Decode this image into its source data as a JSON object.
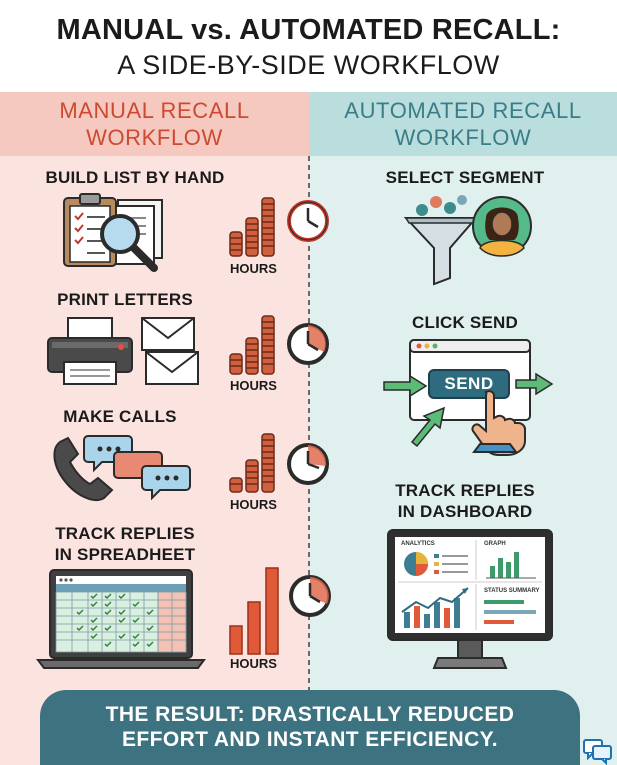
{
  "title": {
    "line1": "MANUAL vs. AUTOMATED RECALL:",
    "line2": "A SIDE-BY-SIDE WORKFLOW"
  },
  "manual": {
    "heading_line1": "MANUAL RECALL",
    "heading_line2": "WORKFLOW",
    "color": "#cc4a30",
    "steps": [
      {
        "label": "BUILD LIST BY HAND",
        "time_label": "HOURS"
      },
      {
        "label": "PRINT LETTERS",
        "time_label": "HOURS"
      },
      {
        "label": "MAKE CALLS",
        "time_label": "HOURS"
      },
      {
        "label_line1": "TRACK REPLIES",
        "label_line2": "IN SPREADHEET",
        "time_label": "HOURS"
      }
    ]
  },
  "automated": {
    "heading_line1": "AUTOMATED RECALL",
    "heading_line2": "WORKFLOW",
    "color": "#3a7d88",
    "steps": [
      {
        "label": "SELECT SEGMENT"
      },
      {
        "label": "CLICK SEND",
        "button_label": "SEND"
      },
      {
        "label_line1": "TRACK REPLIES",
        "label_line2": "IN DASHBOARD",
        "dashboard": {
          "analytics": "ANALYTICS",
          "graph": "GRAPH",
          "status": "STATUS SUMMARY"
        }
      }
    ]
  },
  "result": {
    "line1": "THE RESULT: DRASTICALLY REDUCED",
    "line2": "EFFORT AND INSTANT EFFICIENCY."
  },
  "icons": {
    "clipboard": "clipboard-icon",
    "magnifier": "magnifier-icon",
    "coins": "coin-stack-icon",
    "clock": "clock-icon",
    "printer": "printer-icon",
    "envelope": "envelope-icon",
    "phone": "phone-icon",
    "chat": "chat-bubble-icon",
    "laptop": "laptop-spreadsheet-icon",
    "bar_chart": "bar-chart-icon",
    "funnel": "funnel-icon",
    "person": "person-avatar-icon",
    "browser": "browser-window-icon",
    "hand": "pointing-hand-icon",
    "monitor": "monitor-dashboard-icon",
    "logo": "chat-logo-icon"
  }
}
